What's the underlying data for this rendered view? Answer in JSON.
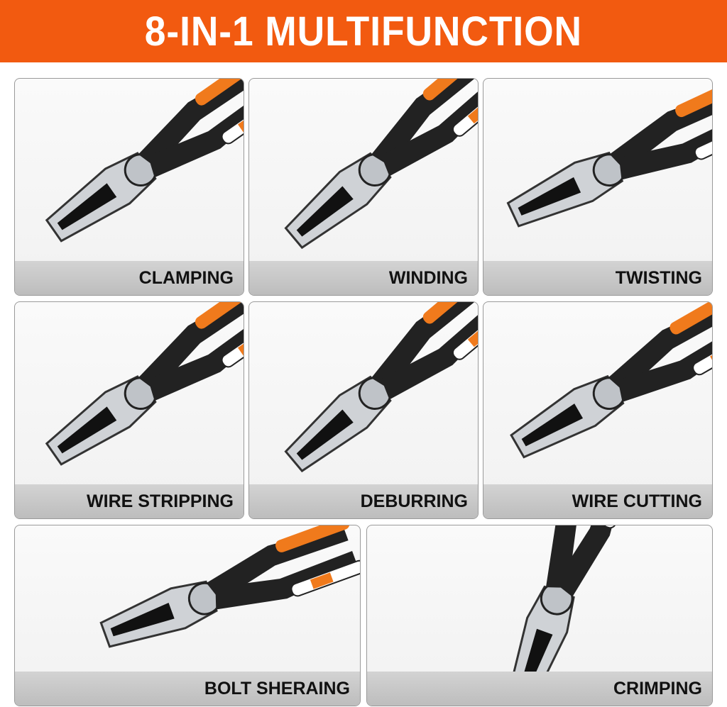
{
  "header": {
    "title": "8-IN-1 MULTIFUNCTION"
  },
  "colors": {
    "accent": "#f25a10",
    "label_bar": "#c8c8c8",
    "handle_orange": "#f07a1c"
  },
  "panels": [
    {
      "label": "CLAMPING"
    },
    {
      "label": "WINDING"
    },
    {
      "label": "TWISTING"
    },
    {
      "label": "WIRE STRIPPING"
    },
    {
      "label": "DEBURRING"
    },
    {
      "label": "WIRE CUTTING"
    },
    {
      "label": "BOLT SHERAING"
    },
    {
      "label": "CRIMPING"
    }
  ]
}
